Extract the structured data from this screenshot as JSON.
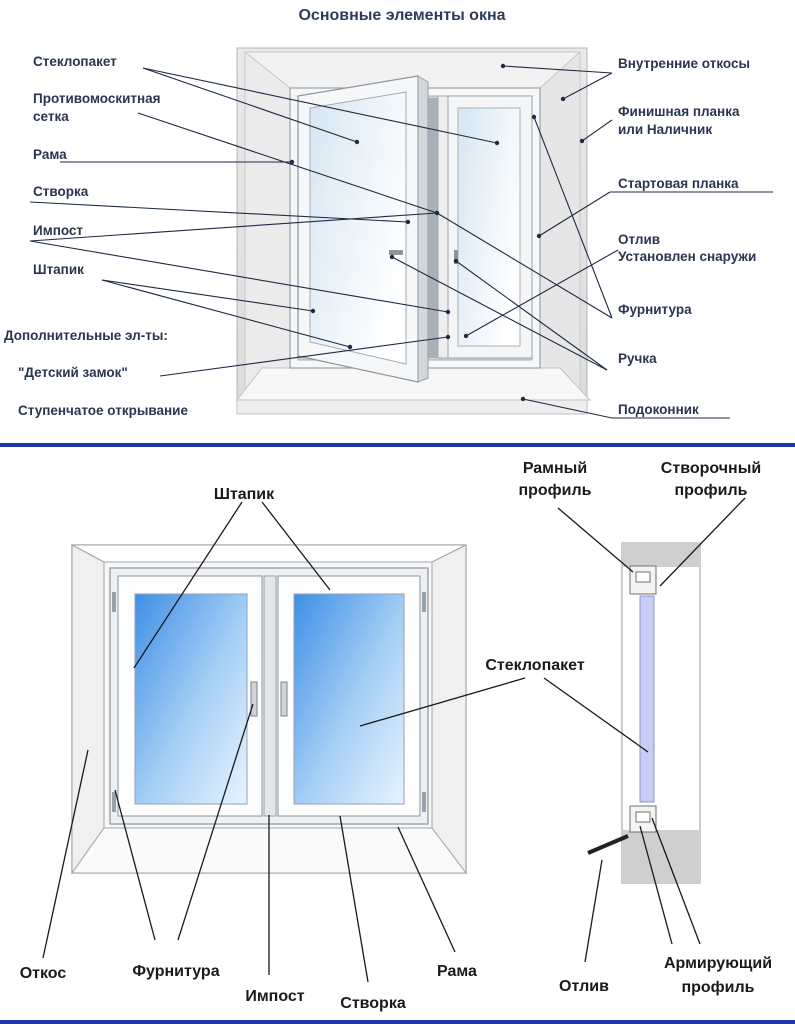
{
  "top": {
    "title": "Основные элементы окна",
    "labels_left": {
      "glazing": "Стеклопакет",
      "mosquito_net_1": "Противомоскитная",
      "mosquito_net_2": "сетка",
      "frame": "Рама",
      "sash": "Створка",
      "impost": "Импост",
      "bead": "Штапик",
      "extra": "Дополнительные эл-ты:",
      "child_lock": "\"Детский замок\"",
      "step_opening": "Ступенчатое открывание"
    },
    "labels_right": {
      "inner_slopes": "Внутренние откосы",
      "finish_strip_1": "Финишная планка",
      "finish_strip_2": "или Наличник",
      "start_strip": "Стартовая планка",
      "drip_1": "Отлив",
      "drip_2": "Установлен снаружи",
      "hardware": "Фурнитура",
      "handle": "Ручка",
      "sill": "Подоконник"
    }
  },
  "bottom": {
    "labels": {
      "bead": "Штапик",
      "frame_profile_1": "Рамный",
      "frame_profile_2": "профиль",
      "sash_profile_1": "Створочный",
      "sash_profile_2": "профиль",
      "glazing": "Стеклопакет",
      "slope": "Откос",
      "hardware": "Фурнитура",
      "impost": "Импост",
      "sash": "Створка",
      "frame": "Рама",
      "drip": "Отлив",
      "reinforcing_1": "Армирующий",
      "reinforcing_2": "профиль"
    }
  },
  "colors": {
    "divider": "#1f35a8",
    "glass_blue": "#4d9ee8",
    "wall": "#e4e4e4"
  }
}
